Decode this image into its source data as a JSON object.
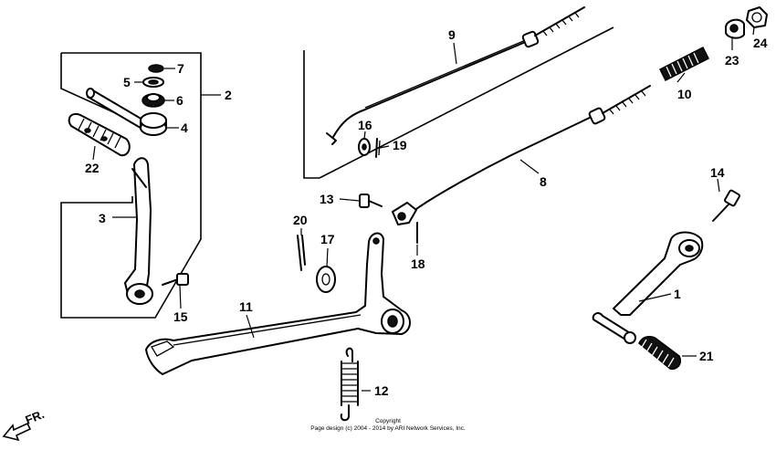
{
  "labels": {
    "p1": "1",
    "p2": "2",
    "p3": "3",
    "p4": "4",
    "p5": "5",
    "p6": "6",
    "p7": "7",
    "p8": "8",
    "p9": "9",
    "p10": "10",
    "p11": "11",
    "p12": "12",
    "p13": "13",
    "p14": "14",
    "p15": "15",
    "p16": "16",
    "p17": "17",
    "p18": "18",
    "p19": "19",
    "p20": "20",
    "p21": "21",
    "p22": "22",
    "p23": "23",
    "p24": "24"
  },
  "direction_label": "FR.",
  "copyright_line1": "Copyright",
  "copyright_line2": "Page design (c) 2004 - 2014 by ARI Network Services, Inc."
}
